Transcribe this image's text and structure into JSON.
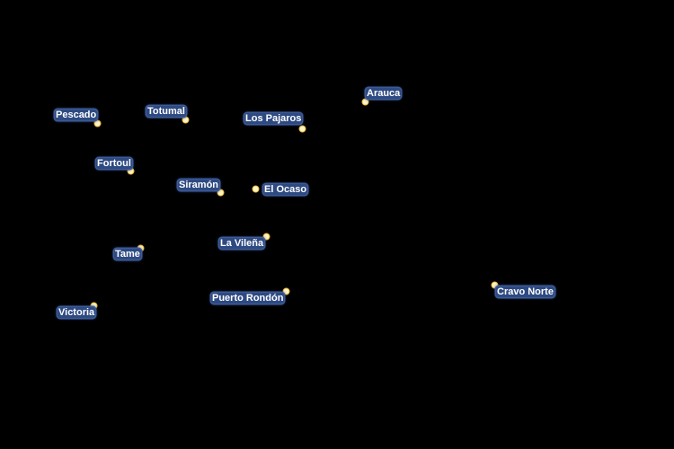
{
  "map": {
    "background": "#000000",
    "marker_fill": "#fff6c8",
    "marker_stroke": "#f2b632",
    "label_halo": "#2e4a82",
    "label_text_color": "#ffffff",
    "places": [
      {
        "name": "Arauca",
        "marker": [
          407,
          114
        ],
        "label": [
          407,
          98
        ]
      },
      {
        "name": "Pescado",
        "marker": [
          109,
          138
        ],
        "label": [
          61,
          122
        ]
      },
      {
        "name": "Totumal",
        "marker": [
          207,
          134
        ],
        "label": [
          163,
          118
        ]
      },
      {
        "name": "Los Pajaros",
        "marker": [
          337,
          144
        ],
        "label": [
          272,
          126
        ]
      },
      {
        "name": "Fortoul",
        "marker": [
          146,
          191
        ],
        "label": [
          107,
          176
        ]
      },
      {
        "name": "Siramón",
        "marker": [
          246,
          215
        ],
        "label": [
          198,
          200
        ]
      },
      {
        "name": "El Ocaso",
        "marker": [
          285,
          211
        ],
        "label": [
          293,
          205
        ]
      },
      {
        "name": "La Vileña",
        "marker": [
          297,
          264
        ],
        "label": [
          244,
          265
        ]
      },
      {
        "name": "Tame",
        "marker": [
          157,
          277
        ],
        "label": [
          127,
          277
        ]
      },
      {
        "name": "Puerto Rondón",
        "marker": [
          319,
          325
        ],
        "label": [
          235,
          326
        ]
      },
      {
        "name": "Victoria",
        "marker": [
          105,
          341
        ],
        "label": [
          64,
          342
        ]
      },
      {
        "name": "Cravo Norte",
        "marker": [
          551,
          318
        ],
        "label": [
          552,
          319
        ]
      }
    ]
  }
}
